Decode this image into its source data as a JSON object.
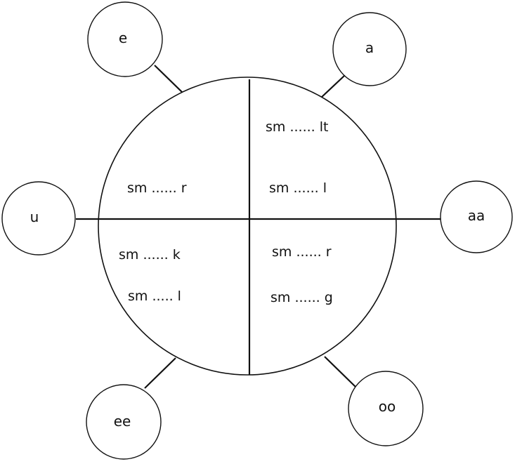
{
  "vowel_circles": [
    {
      "id": "e",
      "label": "e"
    },
    {
      "id": "a",
      "label": "a"
    },
    {
      "id": "u",
      "label": "u"
    },
    {
      "id": "aa",
      "label": "aa"
    },
    {
      "id": "ee",
      "label": "ee"
    },
    {
      "id": "oo",
      "label": "oo"
    }
  ],
  "words": {
    "top_left": [
      "sm ...... r"
    ],
    "top_right": [
      "sm ...... lt",
      "sm ...... l"
    ],
    "bottom_left": [
      "sm ...... k",
      "sm ..... l"
    ],
    "bottom_right": [
      "sm ...... r",
      "sm ...... g"
    ]
  }
}
